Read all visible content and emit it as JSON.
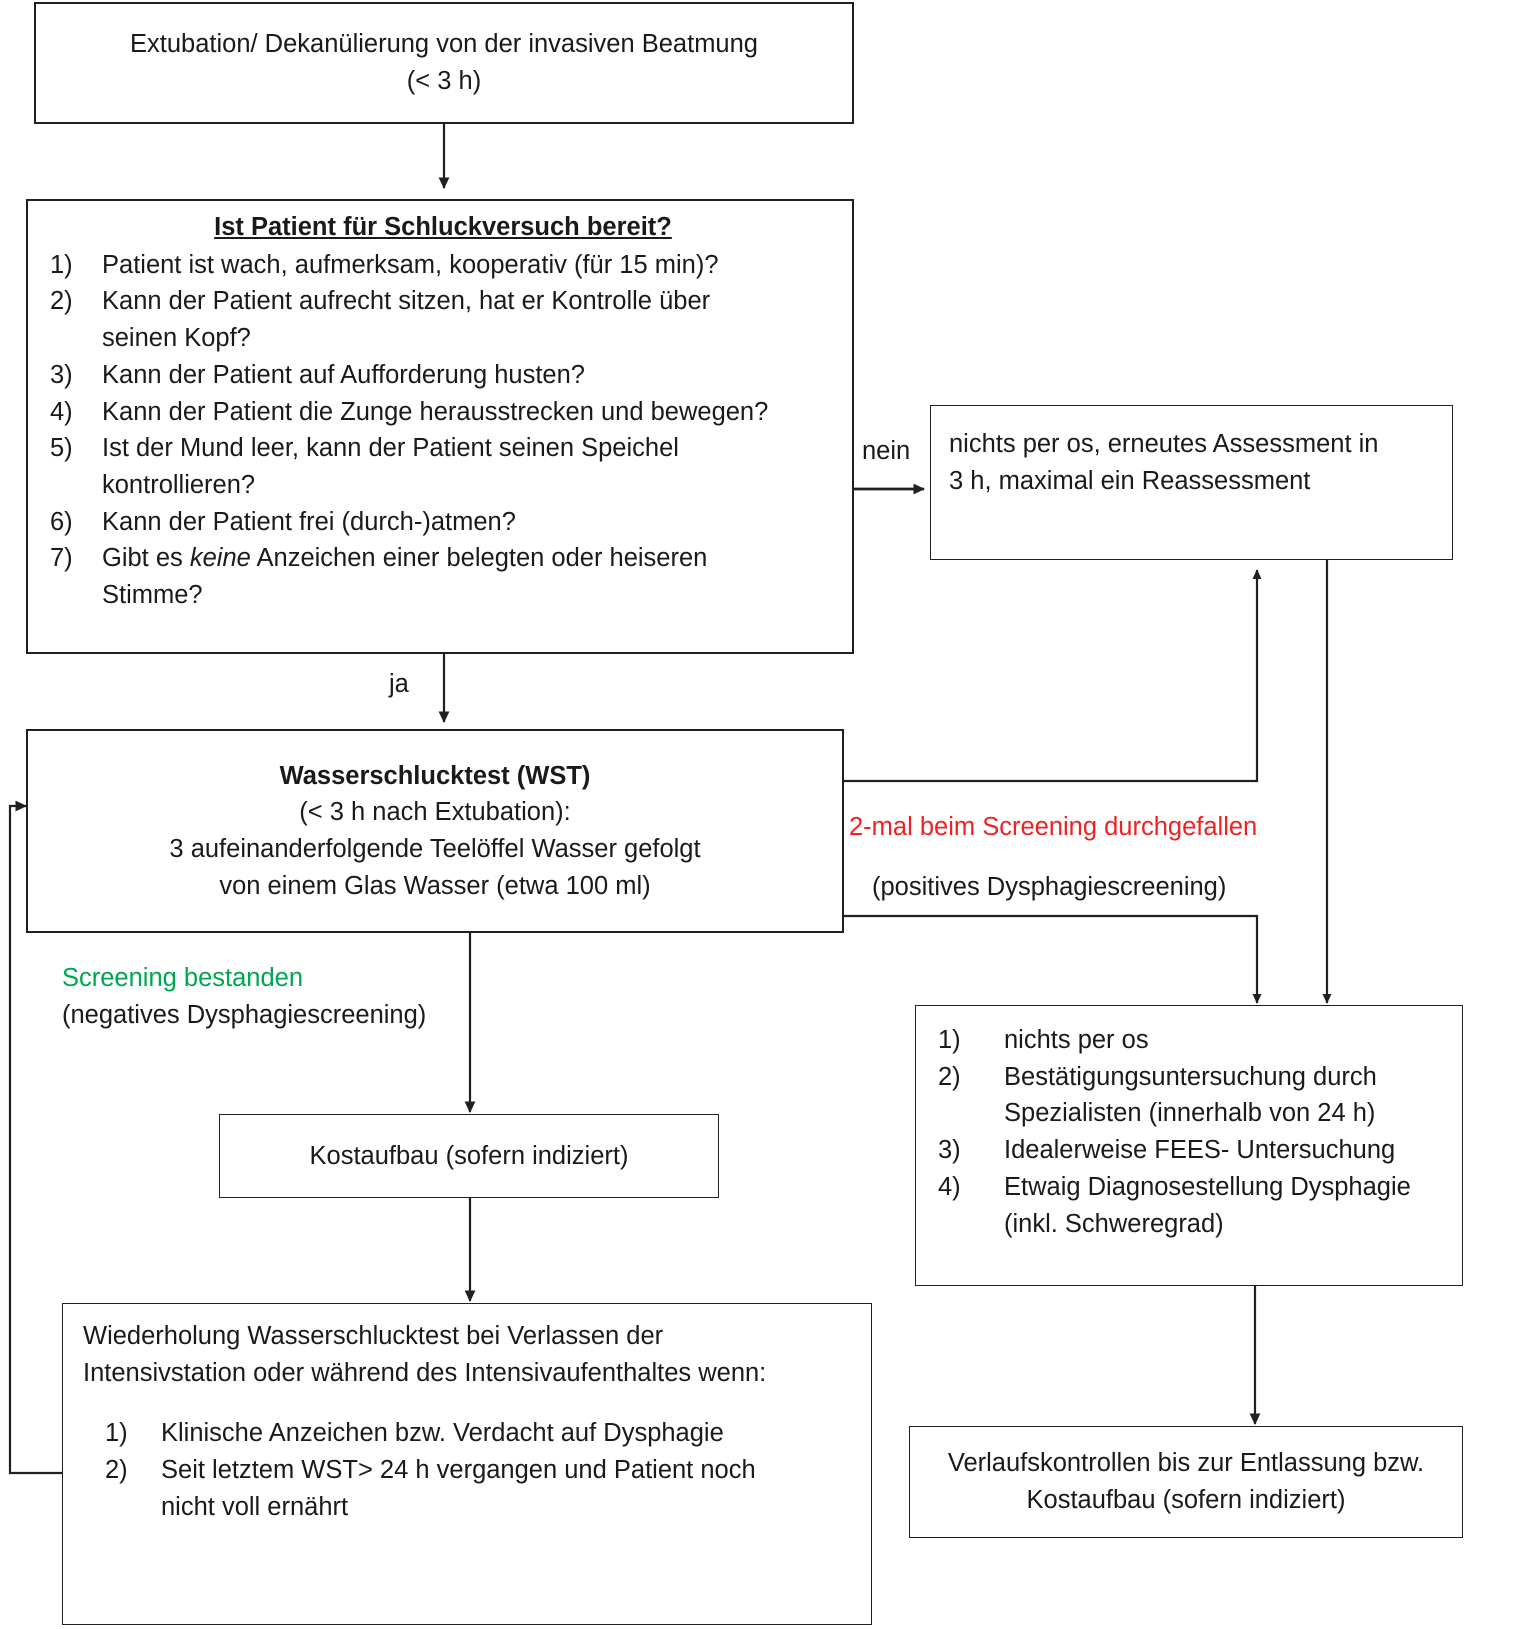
{
  "title_box": {
    "line1": "Extubation/ Dekanülierung von der invasiven Beatmung",
    "line2": "(< 3 h)"
  },
  "readiness_box": {
    "heading": "Ist Patient für Schluckversuch bereit?",
    "items": [
      {
        "num": "1)",
        "text": "Patient ist wach, aufmerksam, kooperativ (für 15 min)?"
      },
      {
        "num": "2)",
        "text": "Kann der Patient aufrecht sitzen, hat er Kontrolle über seinen Kopf?"
      },
      {
        "num": "3)",
        "text": "Kann der Patient auf Aufforderung husten?"
      },
      {
        "num": "4)",
        "text": "Kann der Patient die Zunge herausstrecken und bewegen?"
      },
      {
        "num": "5)",
        "text": "Ist der Mund leer, kann der Patient seinen Speichel kontrollieren?"
      },
      {
        "num": "6)",
        "text": "Kann der Patient frei (durch-)atmen?"
      },
      {
        "num": "7a",
        "text_pre": "Gibt es ",
        "text_ital": "keine",
        "text_post": " Anzeichen einer belegten oder heiseren Stimme?",
        "num_label": "7)"
      }
    ]
  },
  "nein_box": {
    "line1": "nichts per os, erneutes Assessment in",
    "line2": "3 h, maximal ein Reassessment"
  },
  "wst_box": {
    "heading": "Wasserschlucktest (WST)",
    "line2": "(< 3 h nach Extubation):",
    "line3": "3 aufeinanderfolgende Teelöffel Wasser gefolgt",
    "line4": "von einem Glas Wasser (etwa 100 ml)"
  },
  "kostaufbau_box": {
    "text": "Kostaufbau (sofern indiziert)"
  },
  "repeat_box": {
    "line1": "Wiederholung Wasserschlucktest bei Verlassen der",
    "line2": "Intensivstation oder während des Intensivaufenthaltes wenn:",
    "items": [
      {
        "num": "1)",
        "text": "Klinische Anzeichen bzw. Verdacht auf Dysphagie"
      },
      {
        "num": "2)",
        "text": "Seit letztem WST> 24 h vergangen und Patient noch nicht voll ernährt"
      }
    ]
  },
  "positive_box": {
    "items": [
      {
        "num": "1)",
        "text": "nichts per os"
      },
      {
        "num": "2)",
        "text": "Bestätigungsuntersuchung durch Spezialisten (innerhalb von 24 h)"
      },
      {
        "num": "3)",
        "text": "Idealerweise FEES- Untersuchung"
      },
      {
        "num": "4)",
        "text": "Etwaig Diagnosestellung Dysphagie (inkl. Schweregrad)"
      }
    ]
  },
  "verlaufs_box": {
    "line1": "Verlaufskontrollen bis zur Entlassung bzw.",
    "line2": "Kostaufbau (sofern indiziert)"
  },
  "edge_labels": {
    "ja": "ja",
    "nein": "nein",
    "failed_red": "2-mal beim Screening durchgefallen",
    "failed_sub": "(positives Dysphagiescreening)",
    "passed_green": "Screening bestanden",
    "passed_sub": "(negatives Dysphagiescreening)"
  },
  "colors": {
    "stroke": "#231f20",
    "red": "#ee2222",
    "green": "#00a651",
    "text": "#1a1a1a",
    "background": "#ffffff"
  }
}
